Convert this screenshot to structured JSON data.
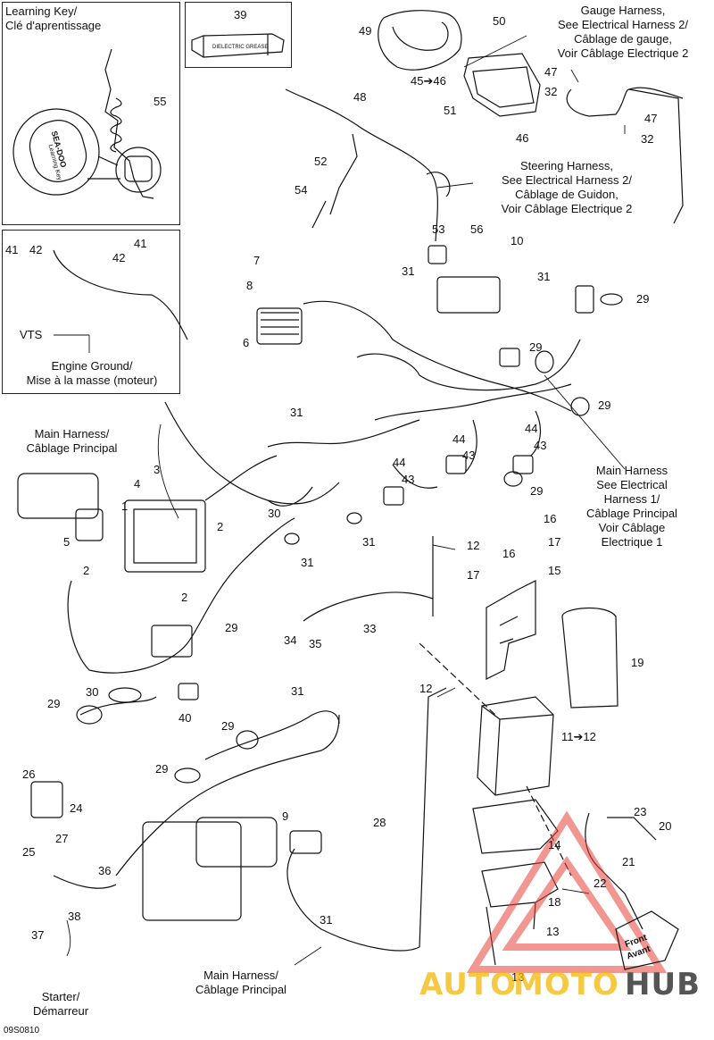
{
  "boxes": {
    "learning_key": "Learning Key/\nClé d'aprentissage",
    "engine_ground": "Engine Ground/\nMise à la masse (moteur)",
    "vts": "VTS"
  },
  "callouts": {
    "gauge": "Gauge Harness,\nSee Electrical Harness 2/\nCâblage de gauge,\nVoir Câblage Electrique 2",
    "steering": "Steering Harness,\nSee Electrical Harness 2/\nCâblage de Guidon,\nVoir Câblage Electrique 2",
    "main_harness_top": "Main Harness/\nCâblage Principal",
    "main_harness_right": "Main Harness\nSee Electrical\nHarness 1/\nCâblage Principal\nVoir Câblage\nElectrique 1",
    "main_harness_bottom": "Main Harness/\nCâblage Principal",
    "starter": "Starter/\nDémarreur",
    "front": "Front",
    "avant": "Avant"
  },
  "part_numbers": {
    "n55": "55",
    "n39": "39",
    "n49": "49",
    "n50": "50",
    "n45": "45➔46",
    "n51": "51",
    "n46": "46",
    "n47a": "47",
    "n32a": "32",
    "n47b": "47",
    "n32b": "32",
    "n48": "48",
    "n52": "52",
    "n54": "54",
    "n53": "53",
    "n56": "56",
    "n10": "10",
    "n41a": "41",
    "n42a": "42",
    "n41b": "41",
    "n42b": "42",
    "n7": "7",
    "n8": "8",
    "n6": "6",
    "n31a": "31",
    "n31b": "31",
    "n29a": "29",
    "n29b": "29",
    "n29c": "29",
    "n31c": "31",
    "n3": "3",
    "n4": "4",
    "n1": "1",
    "n2a": "2",
    "n2b": "2",
    "n2c": "2",
    "n5": "5",
    "n44a": "44",
    "n43a": "43",
    "n44b": "44",
    "n43b": "43",
    "n44c": "44",
    "n43c": "43",
    "n29d": "29",
    "n30a": "30",
    "n31d": "31",
    "n31e": "31",
    "n12a": "12",
    "n16a": "16",
    "n17a": "17",
    "n16b": "16",
    "n17b": "17",
    "n15": "15",
    "n29e": "29",
    "n34": "34",
    "n35": "35",
    "n33": "33",
    "n19": "19",
    "n12b": "12",
    "n11": "11➔12",
    "n30b": "30",
    "n29f": "29",
    "n40": "40",
    "n31f": "31",
    "n29g": "29",
    "n29h": "29",
    "n26": "26",
    "n24": "24",
    "n25": "25",
    "n27": "27",
    "n9": "9",
    "n28": "28",
    "n23": "23",
    "n20": "20",
    "n21": "21",
    "n22": "22",
    "n14": "14",
    "n18": "18",
    "n13a": "13",
    "n13b": "13",
    "n36": "36",
    "n37": "37",
    "n38": "38",
    "n31g": "31"
  },
  "tube_label": "DIELECTRIC GREASE",
  "key_text": "SEA-DOO",
  "key_sub": "Learning Key",
  "watermark": {
    "auto": "AUTO",
    "moto": "MOTO",
    "hub": "HUB"
  },
  "drawing_code": "09S0810",
  "colors": {
    "line": "#111111",
    "watermark_orange": "#F2B705",
    "watermark_gray": "#555555",
    "watermark_red": "#E8413A"
  }
}
